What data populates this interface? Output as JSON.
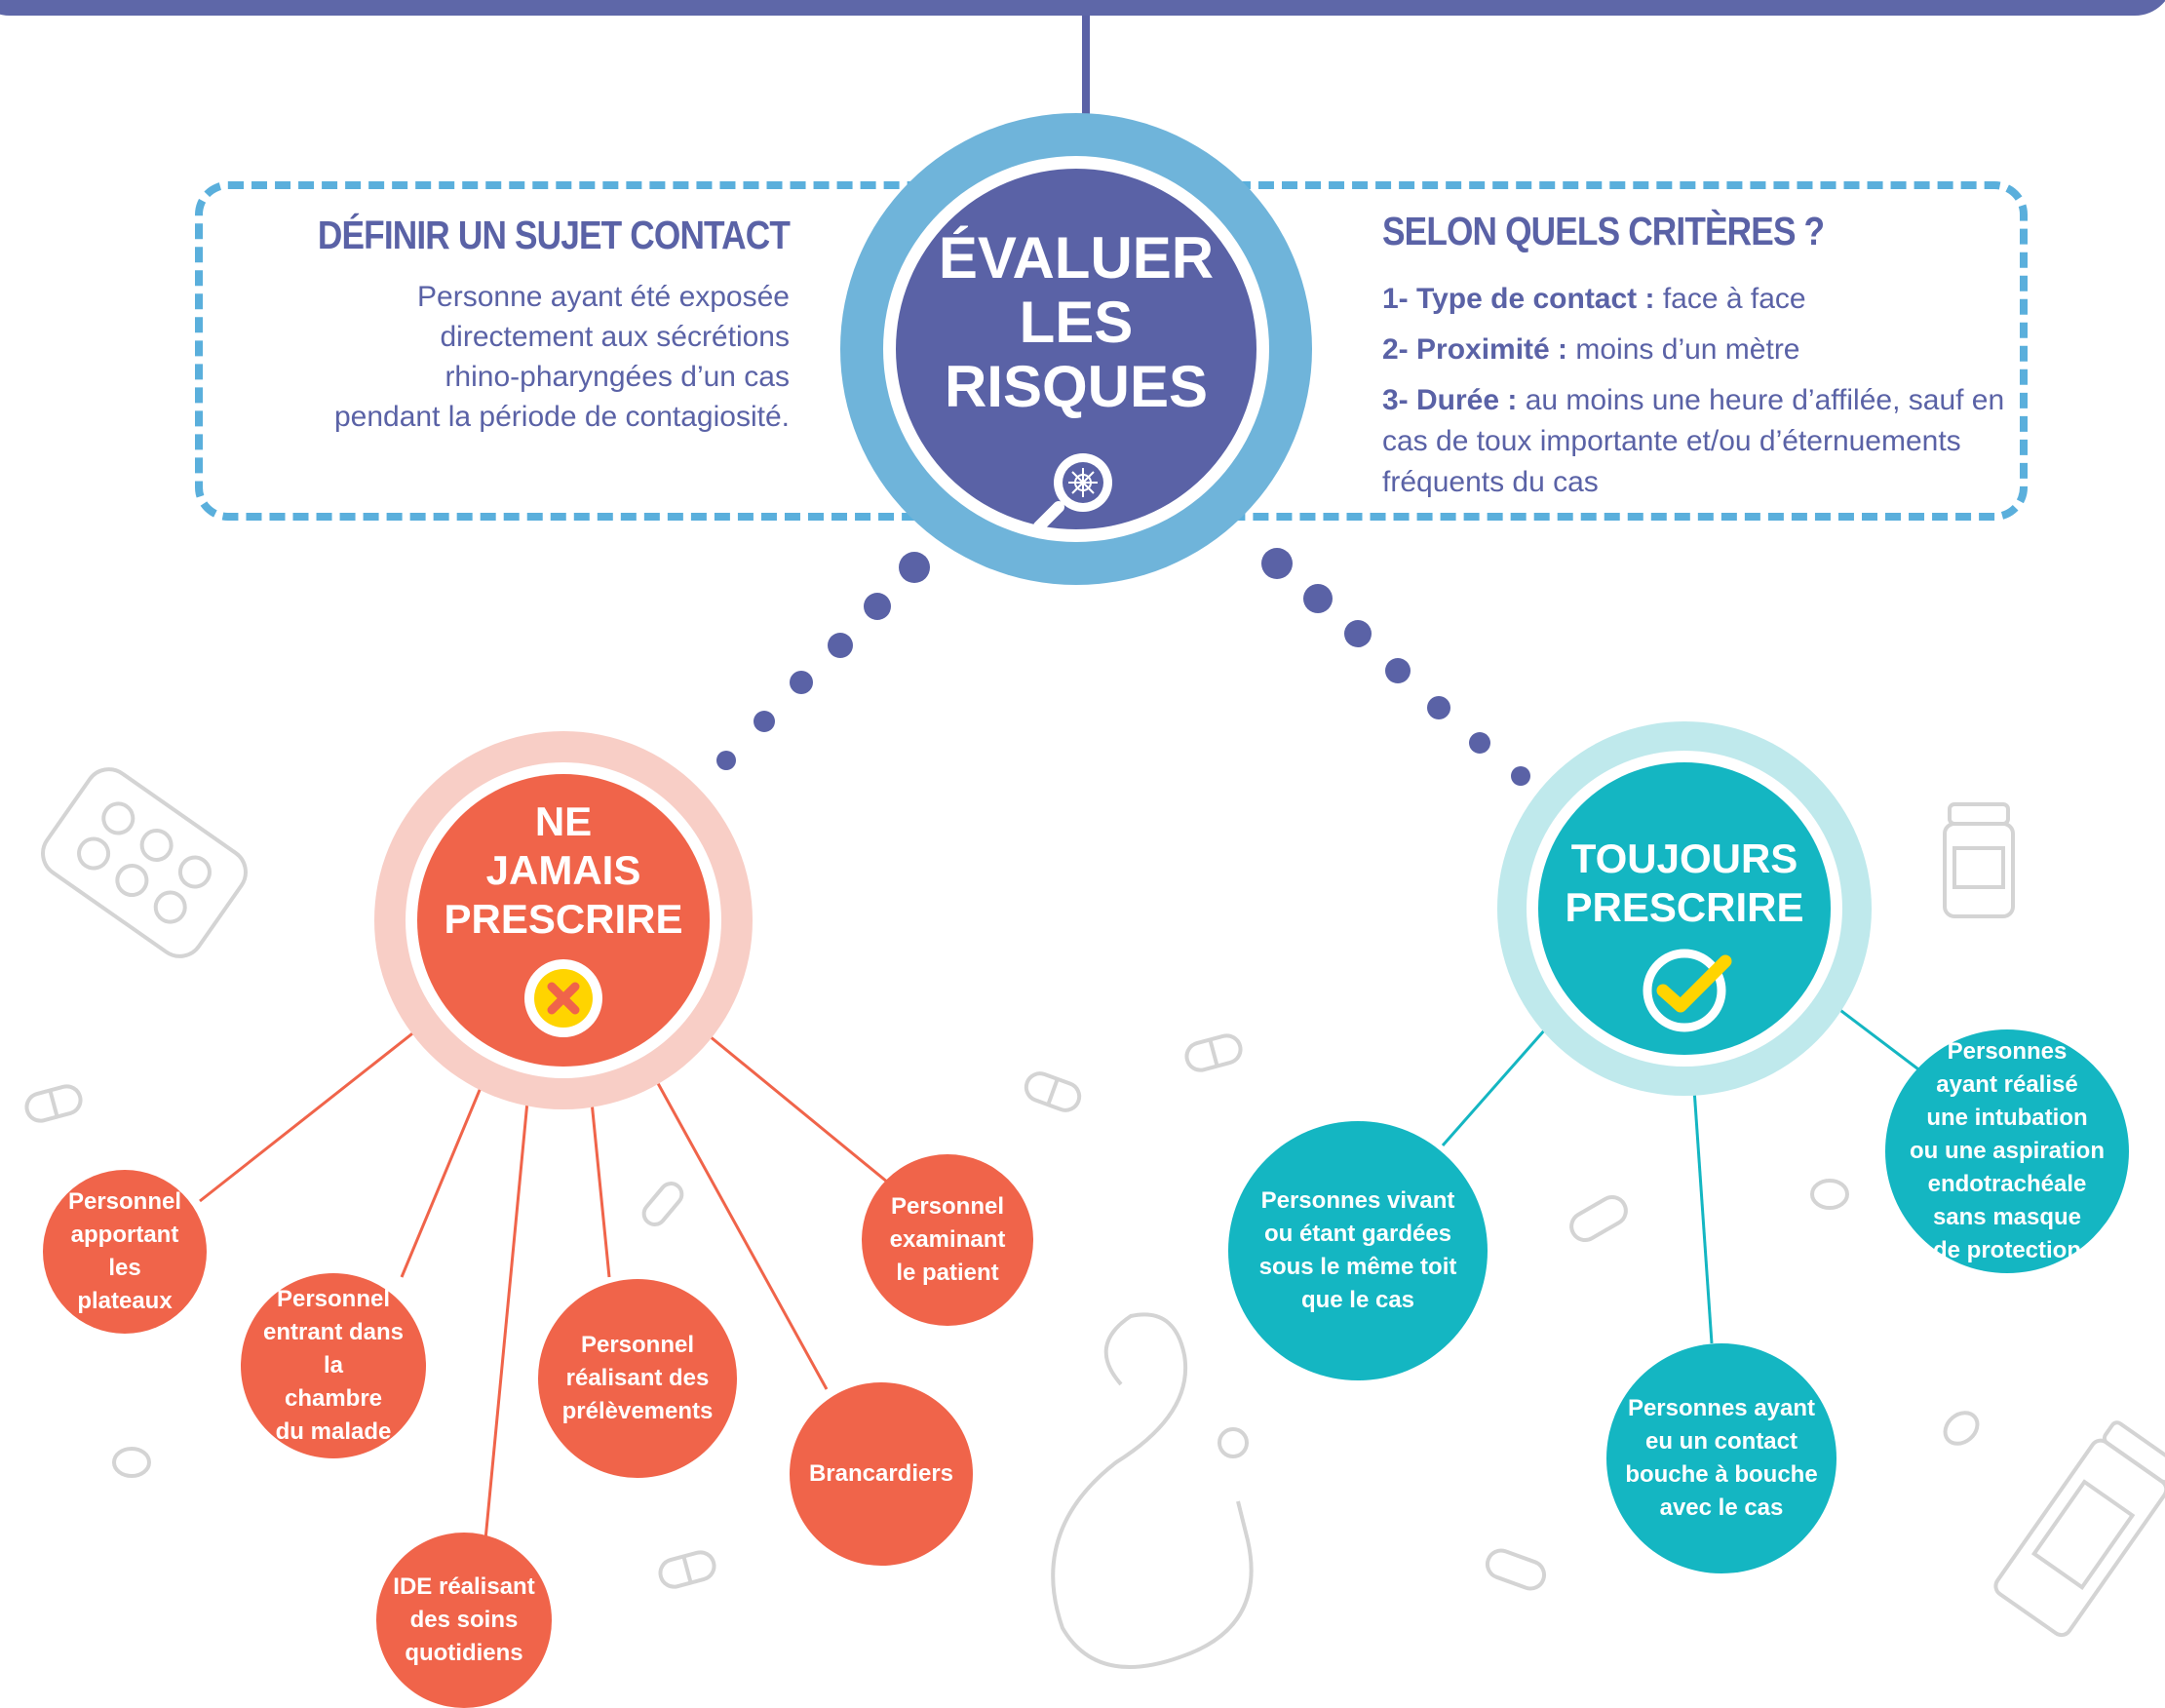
{
  "colors": {
    "navy": "#5a62a6",
    "light_blue": "#6fb4da",
    "dash_blue": "#5aafdc",
    "coral": "#f0644a",
    "coral_light": "#f8cec6",
    "teal": "#14b6c2",
    "teal_light": "#bfe9ec",
    "check_yellow": "#ffd400",
    "icon_grey": "#d4d4d4"
  },
  "definition": {
    "title": "DÉFINIR UN SUJET CONTACT",
    "lines": [
      "Personne ayant été exposée",
      "directement aux sécrétions",
      "rhino-pharyngées d’un cas",
      "pendant la période de contagiosité."
    ]
  },
  "criteria": {
    "title": "SELON QUELS CRITÈRES ?",
    "items": [
      {
        "label": "1- Type de contact :",
        "text": " face à face"
      },
      {
        "label": "2- Proximité :",
        "text": " moins d’un mètre"
      },
      {
        "label": "3- Durée :",
        "text": " au moins une heure d’affilée, sauf en cas de toux importante et/ou d’éternuements fréquents du cas"
      }
    ]
  },
  "center": {
    "title": "ÉVALUER\nLES\nRISQUES",
    "icon": "magnifier-virus-icon"
  },
  "never": {
    "title": "NE\nJAMAIS\nPRESCRIRE",
    "icon": "x-circle-icon",
    "leaves": [
      "Personnel\napportant les\nplateaux",
      "Personnel\nentrant dans la\nchambre\ndu malade",
      "IDE réalisant\ndes soins\nquotidiens",
      "Personnel\nréalisant des\nprélèvements",
      "Brancardiers",
      "Personnel\nexaminant\nle patient"
    ]
  },
  "always": {
    "title": "TOUJOURS\nPRESCRIRE",
    "icon": "check-circle-icon",
    "leaves": [
      "Personnes vivant\nou étant gardées\nsous le même toit\nque le cas",
      "Personnes ayant\neu un contact\nbouche à bouche\navec le cas",
      "Personnes\nayant réalisé\nune intubation\nou une aspiration\nendotrachéale\nsans masque\nde protection"
    ]
  },
  "background_icons": [
    "pill-blister-icon",
    "pill-bottle-icon",
    "capsule-icon",
    "stethoscope-icon",
    "medicine-jar-icon"
  ]
}
